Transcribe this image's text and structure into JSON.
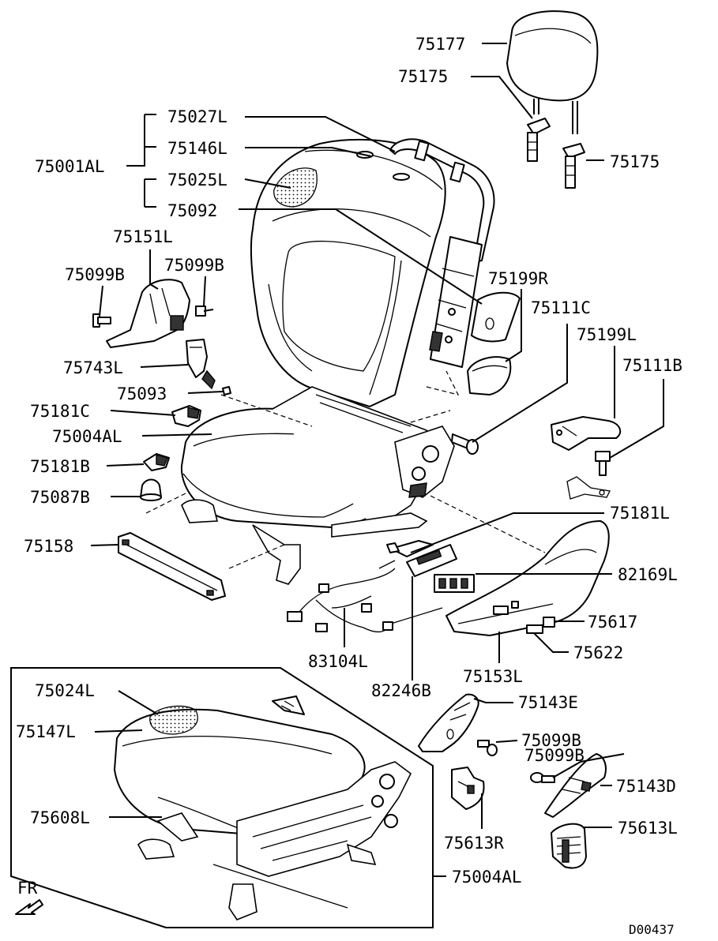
{
  "diagram_code": "D00437",
  "direction_label": "FR",
  "parts": {
    "p75177": "75177",
    "p75175_a": "75175",
    "p75175_b": "75175",
    "p75027L": "75027L",
    "p75146L": "75146L",
    "p75001AL": "75001AL",
    "p75025L": "75025L",
    "p75092": "75092",
    "p75151L": "75151L",
    "p75099B_a": "75099B",
    "p75099B_b": "75099B",
    "p75199R": "75199R",
    "p75111C": "75111C",
    "p75199L": "75199L",
    "p75111B": "75111B",
    "p75743L": "75743L",
    "p75093": "75093",
    "p75181C": "75181C",
    "p75004AL_a": "75004AL",
    "p75181B": "75181B",
    "p75087B": "75087B",
    "p75181L": "75181L",
    "p75158": "75158",
    "p82169L": "82169L",
    "p75617": "75617",
    "p75622": "75622",
    "p83104L": "83104L",
    "p75153L": "75153L",
    "p82246B": "82246B",
    "p75143E": "75143E",
    "p75099B_c": "75099B",
    "p75099B_d": "75099B",
    "p75024L": "75024L",
    "p75147L": "75147L",
    "p75143D": "75143D",
    "p75608L": "75608L",
    "p75613R": "75613R",
    "p75613L": "75613L",
    "p75004AL_b": "75004AL"
  }
}
